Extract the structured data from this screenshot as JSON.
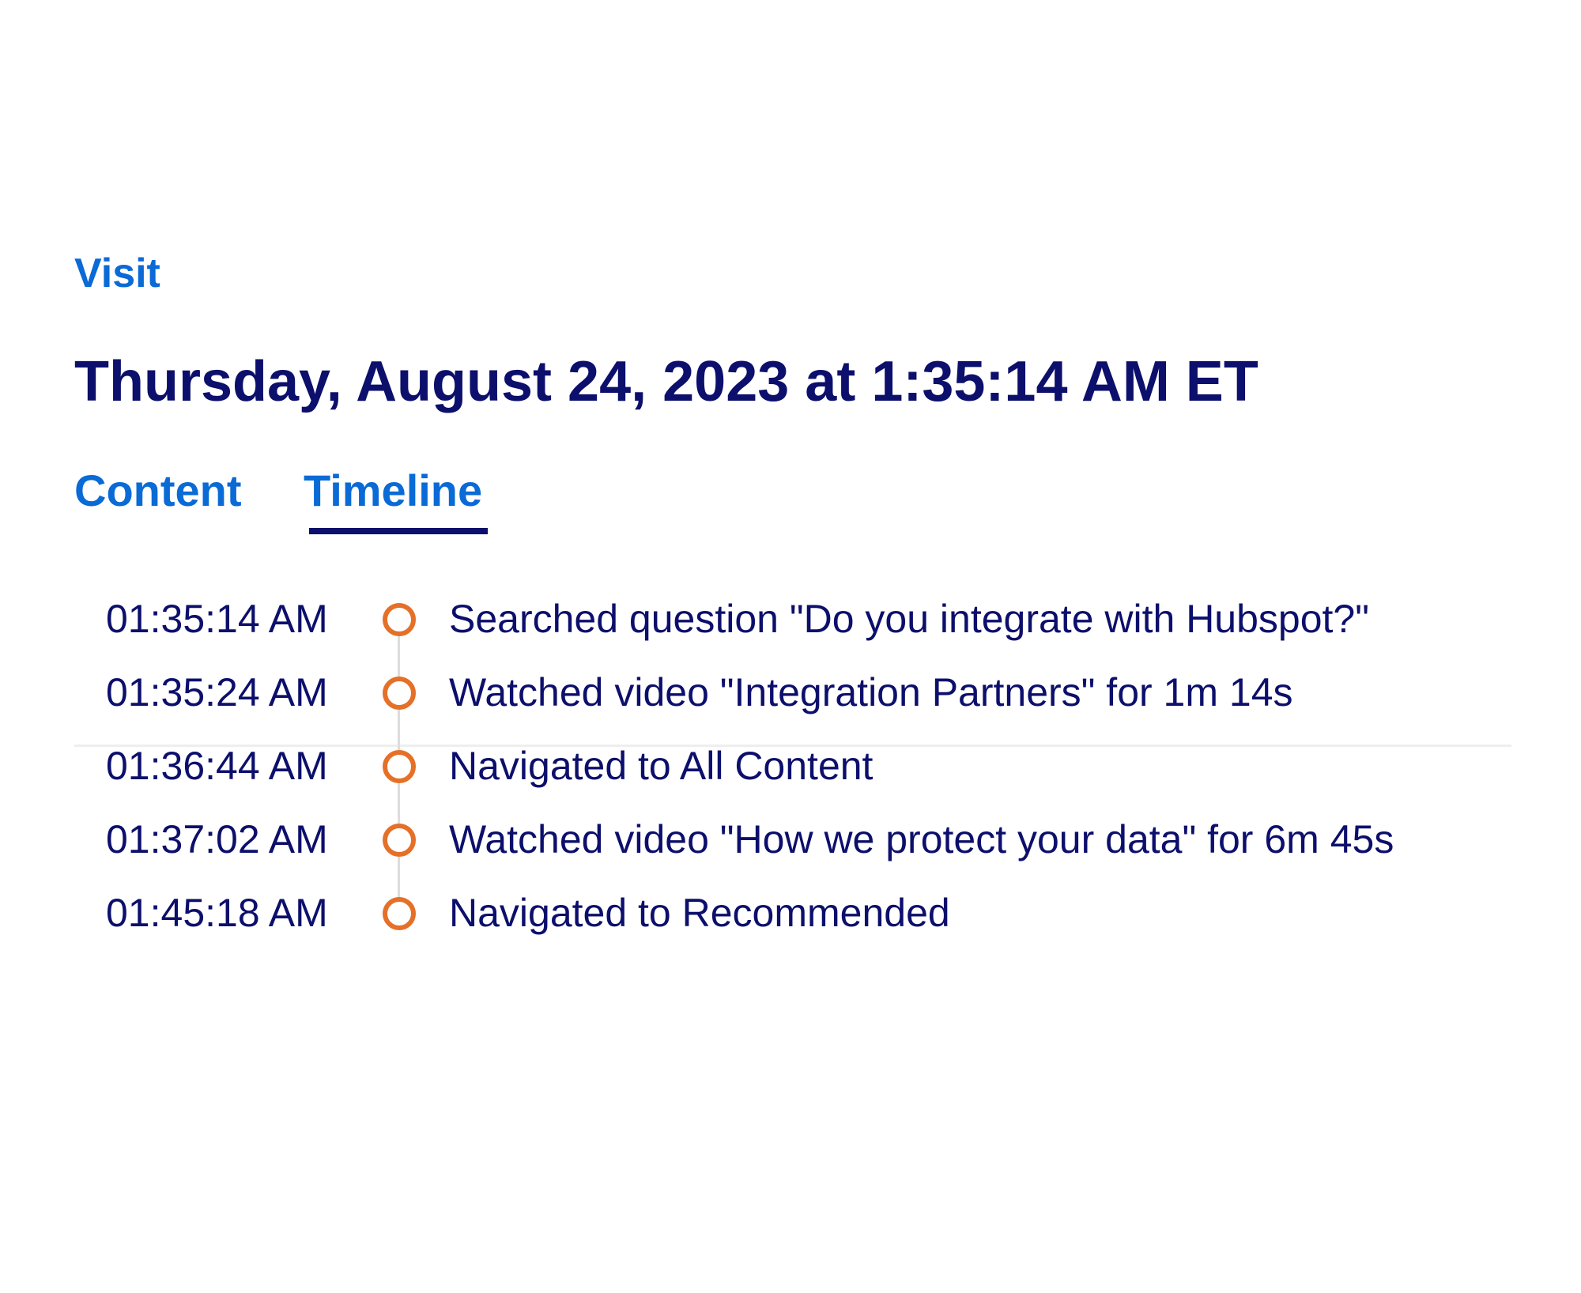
{
  "header": {
    "section_label": "Visit",
    "title": "Thursday, August 24, 2023 at 1:35:14 AM ET"
  },
  "tabs": [
    {
      "label": "Content",
      "active": false
    },
    {
      "label": "Timeline",
      "active": true
    }
  ],
  "timeline": {
    "events": [
      {
        "time": "01:35:14 AM",
        "description": "Searched question \"Do you integrate with Hubspot?\""
      },
      {
        "time": "01:35:24 AM",
        "description": "Watched video \"Integration Partners\" for 1m 14s"
      },
      {
        "time": "01:36:44 AM",
        "description": "Navigated to All Content"
      },
      {
        "time": "01:37:02 AM",
        "description": "Watched video \"How we protect your data\" for 6m 45s"
      },
      {
        "time": "01:45:18 AM",
        "description": "Navigated to Recommended"
      }
    ]
  },
  "colors": {
    "accent_blue": "#0a6ad6",
    "navy": "#0c0f6b",
    "timeline_dot": "#e57028",
    "divider": "#eeeeee"
  }
}
